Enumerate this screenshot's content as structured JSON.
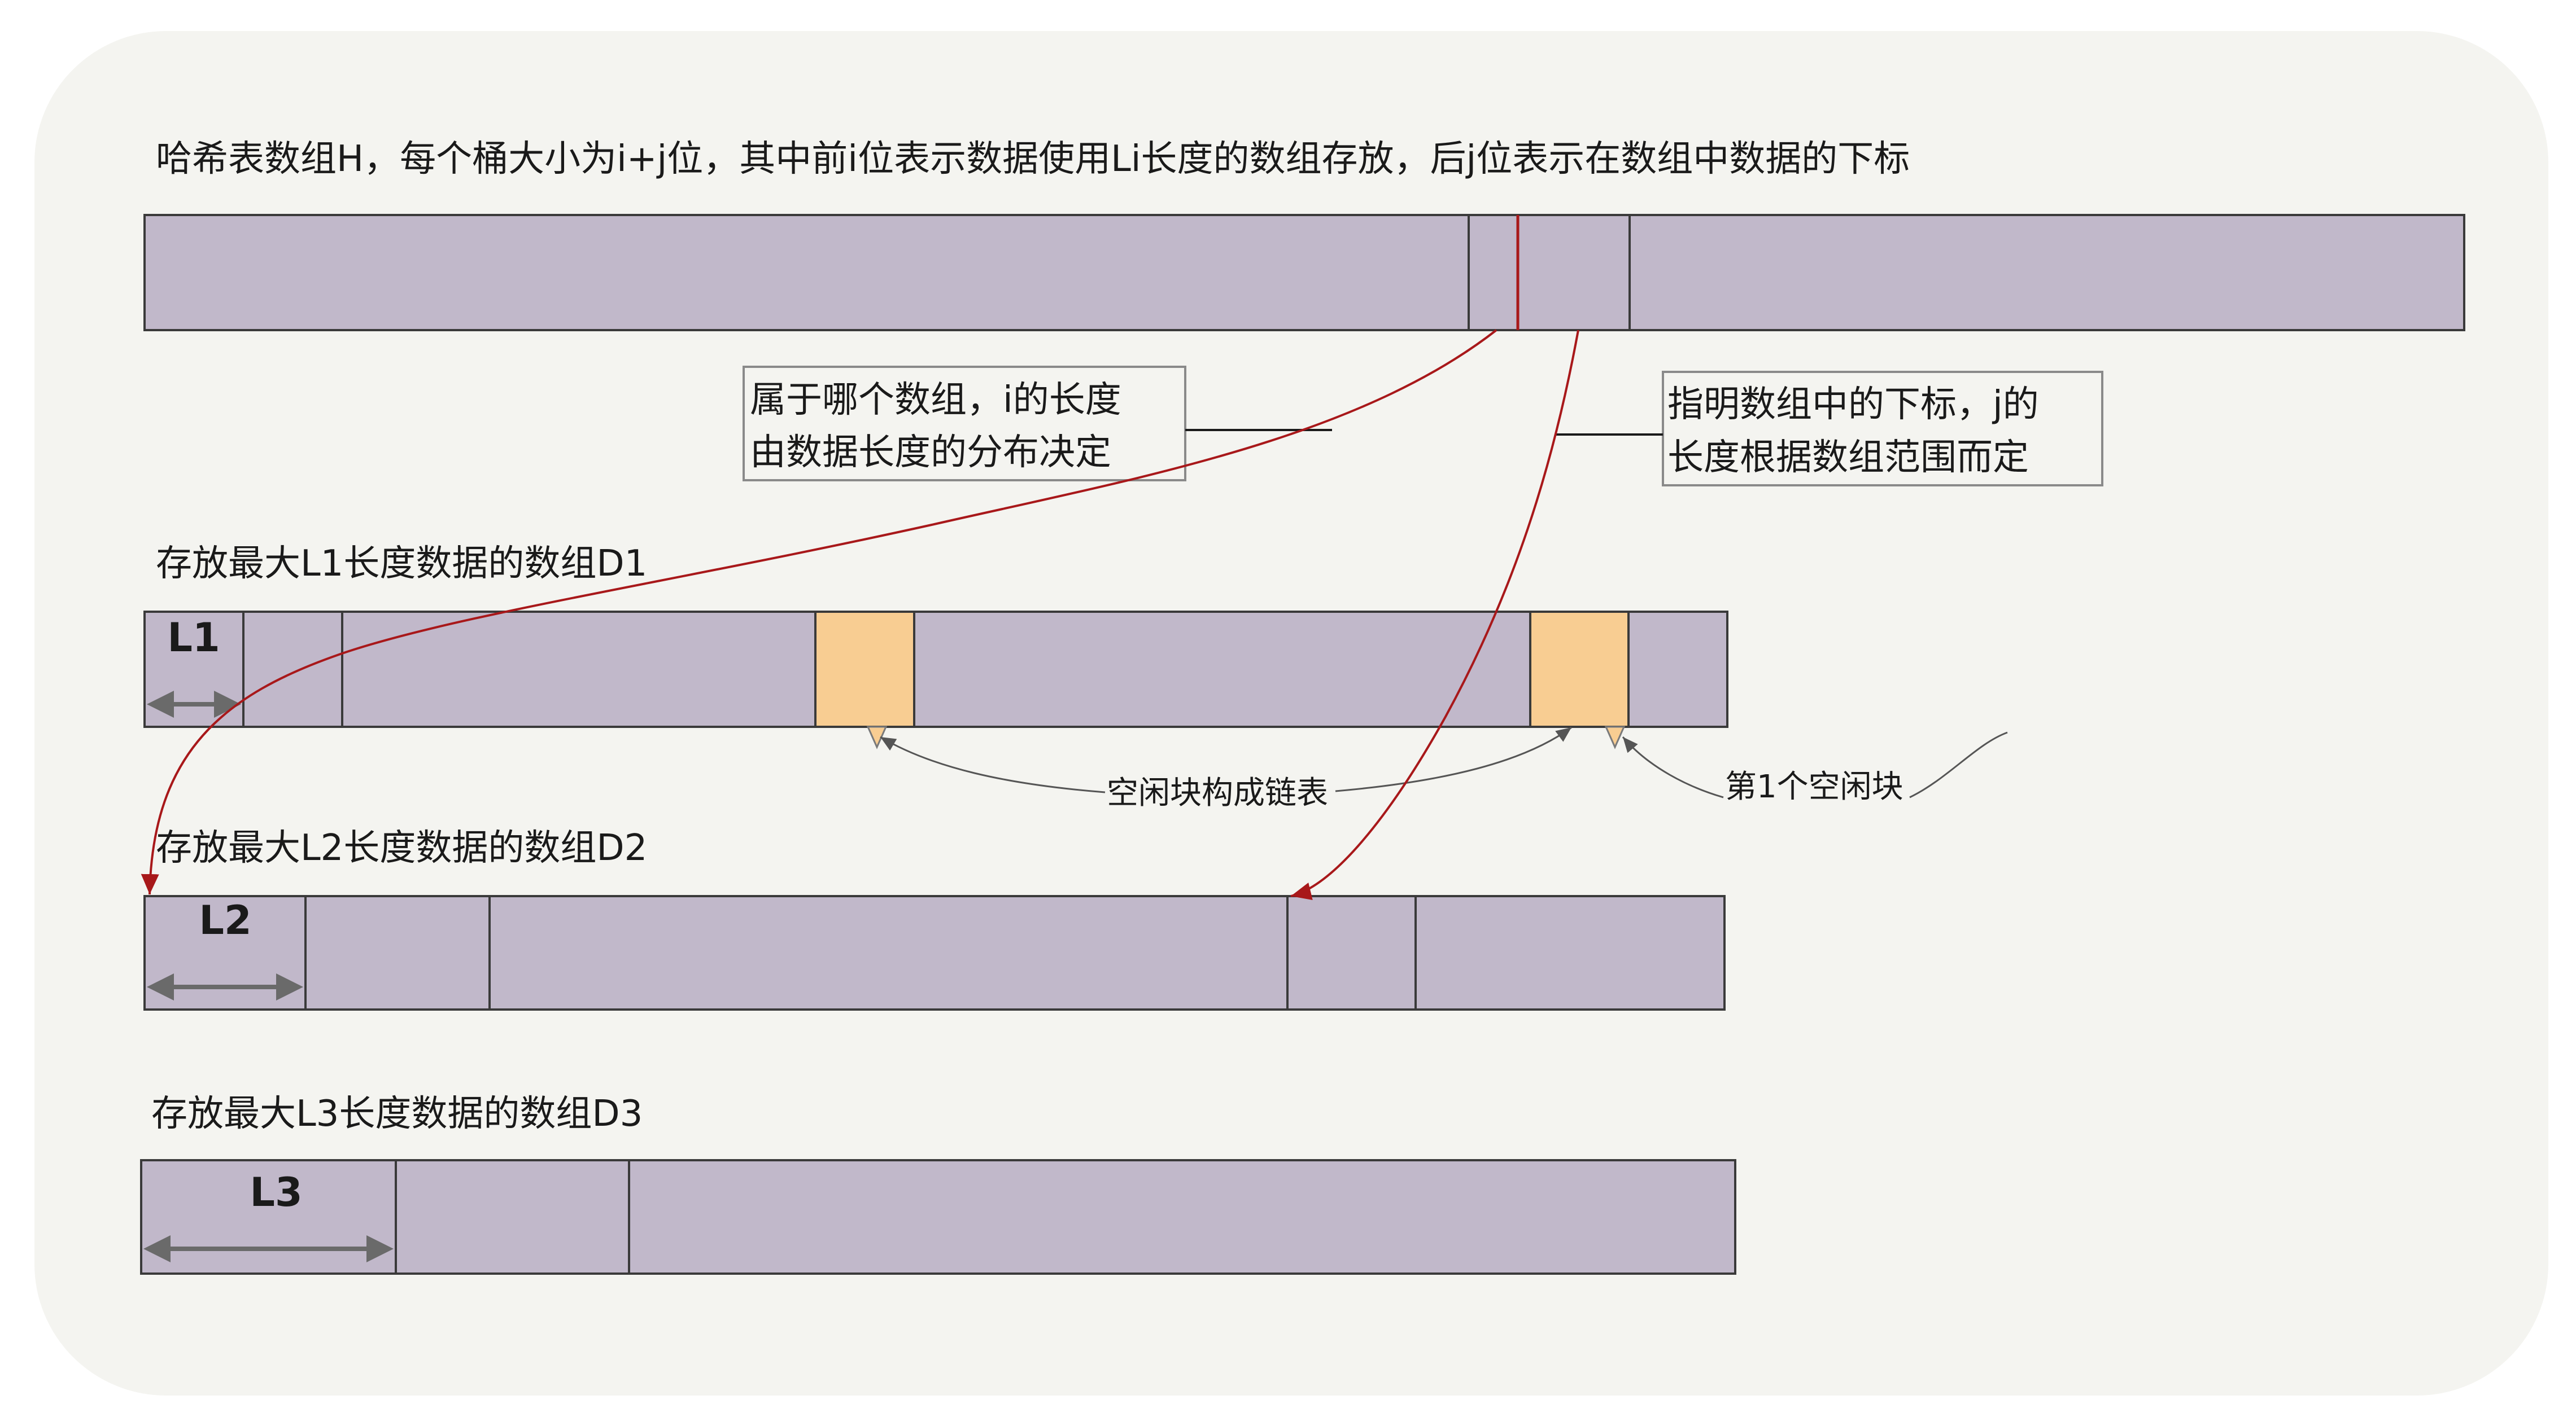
{
  "colors": {
    "background": "#ffffff",
    "panel": "#f4f4f0",
    "cell_fill": "#c1b8ca",
    "cell_stroke": "#3a3a3a",
    "free_block": "#f8cd92",
    "red_line": "#a8181a",
    "gray_arrow": "#6a6a6a",
    "text": "#1a1a1a"
  },
  "diagram": {
    "hash_title": "哈希表数组H，每个桶大小为i+j位，其中前i位表示数据使用Li长度的数组存放，后j位表示在数组中数据的下标",
    "note_i": {
      "line1": "属于哪个数组，i的长度",
      "line2": "由数据长度的分布决定"
    },
    "note_j": {
      "line1": "指明数组中的下标，j的",
      "line2": "长度根据数组范围而定"
    },
    "d1_title": "存放最大L1长度数据的数组D1",
    "d2_title": "存放最大L2长度数据的数组D2",
    "d3_title": "存放最大L3长度数据的数组D3",
    "l1_label": "L1",
    "l2_label": "L2",
    "l3_label": "L3",
    "free_list_label": "空闲块构成链表",
    "first_free_label": "第1个空闲块"
  }
}
